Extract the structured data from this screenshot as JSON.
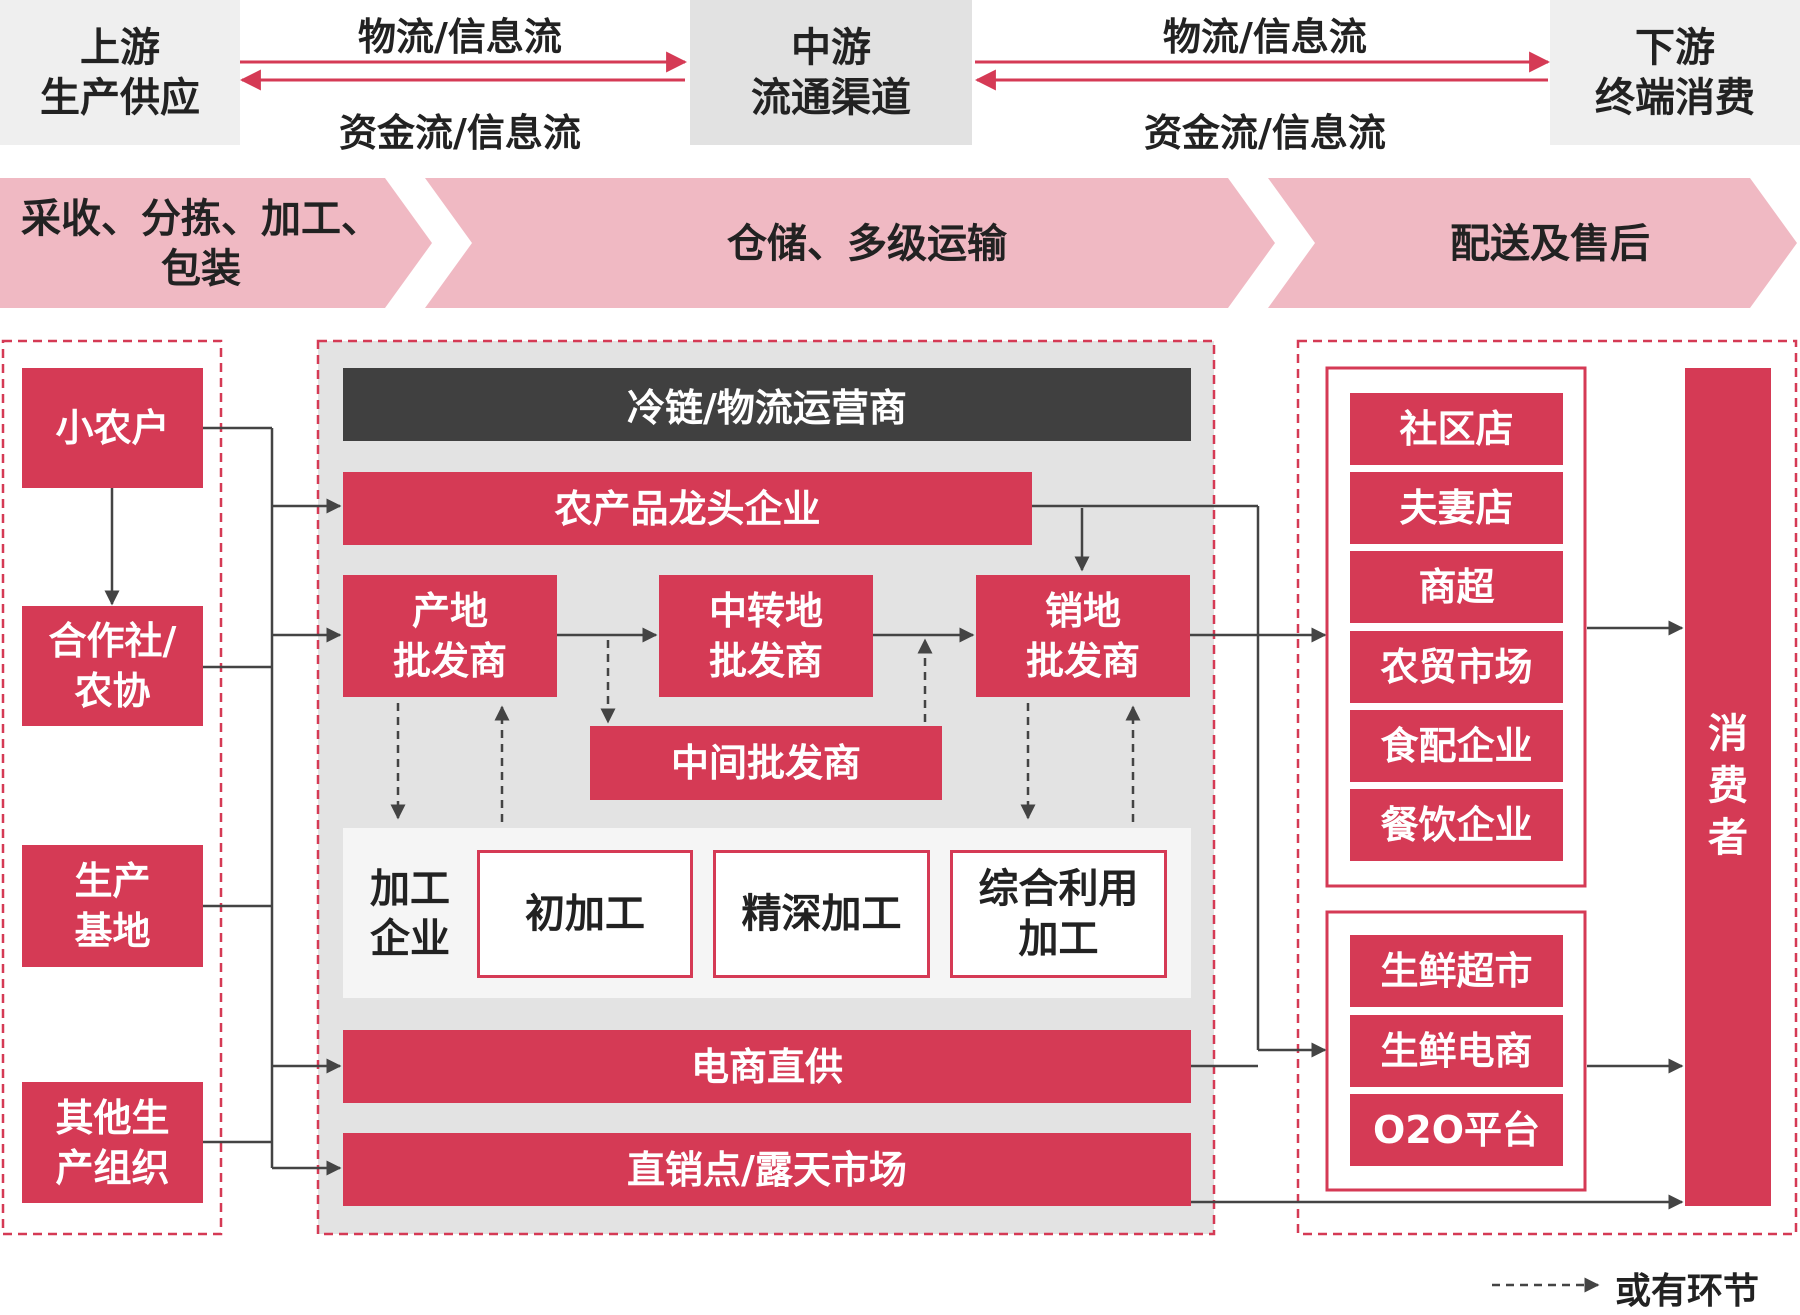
{
  "top_flow": {
    "upstream": "上游\n生产供应",
    "midstream": "中游\n流通渠道",
    "downstream": "下游\n终端消费",
    "flow_forward_left": "物流/信息流",
    "flow_back_left": "资金流/信息流",
    "flow_forward_right": "物流/信息流",
    "flow_back_right": "资金流/信息流"
  },
  "stages": {
    "stage1": "采收、分拣、加工、\n包装",
    "stage2": "仓储、多级运输",
    "stage3": "配送及售后"
  },
  "producers": {
    "smallholder": "小农户",
    "cooperative": "合作社/\n农协",
    "production_base": "生产\n基地",
    "other_org": "其他生\n产组织"
  },
  "middle": {
    "cold_chain": "冷链/物流运营商",
    "leading_enterprise": "农产品龙头企业",
    "origin_wholesaler": "产地\n批发商",
    "transit_wholesaler": "中转地\n批发商",
    "sales_wholesaler": "销地\n批发商",
    "intermediate_wholesaler": "中间批发商",
    "processing_label": "加工\n企业",
    "primary_processing": "初加工",
    "deep_processing": "精深加工",
    "comprehensive_processing": "综合利用\n加工",
    "ecommerce_direct": "电商直供",
    "direct_sales": "直销点/露天市场"
  },
  "retail_offline": [
    "社区店",
    "夫妻店",
    "商超",
    "农贸市场",
    "食配企业",
    "餐饮企业"
  ],
  "retail_online": [
    "生鲜超市",
    "生鲜电商",
    "O2O平台"
  ],
  "consumer": "消\n费\n者",
  "legend": "或有环节",
  "colors": {
    "accent": "#d53a55",
    "chevron": "#f0b9c3",
    "dark": "#404040",
    "gray_panel": "#e3e3e3",
    "line": "#444444"
  }
}
